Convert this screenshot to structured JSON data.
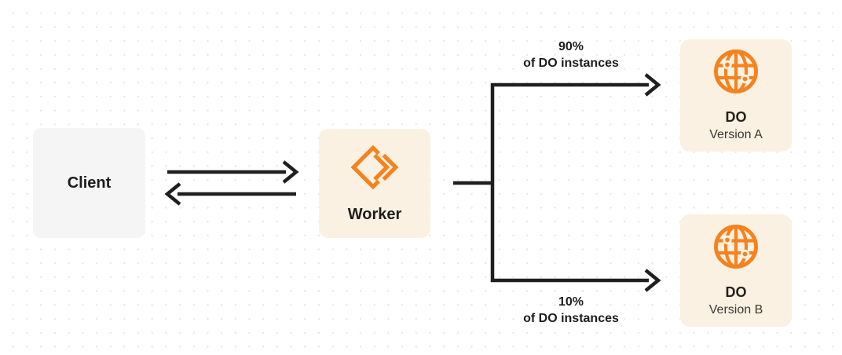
{
  "client": {
    "label": "Client"
  },
  "worker": {
    "label": "Worker"
  },
  "do_a": {
    "title": "DO",
    "subtitle": "Version A"
  },
  "do_b": {
    "title": "DO",
    "subtitle": "Version B"
  },
  "branches": {
    "top": {
      "percent": "90%",
      "caption": "of DO instances"
    },
    "bottom": {
      "percent": "10%",
      "caption": "of DO instances"
    }
  },
  "icons": {
    "worker_icon": "workers-brackets-icon",
    "do_icon": "globe-network-icon"
  },
  "colors": {
    "accent_orange": "#F6821F",
    "box_cream": "#FBF1E3",
    "box_gray": "#F5F5F6",
    "connector_dark": "#1F1F1F",
    "text_dark": "#1D1D1D",
    "dot_grid": "#E8E8E9"
  }
}
